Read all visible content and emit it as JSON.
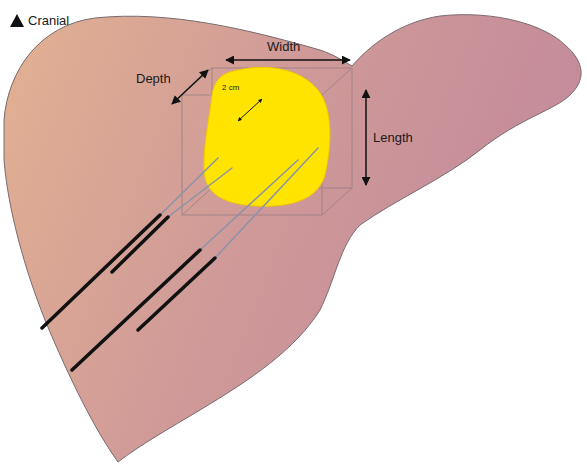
{
  "diagram": {
    "labels": [
      "Cranial",
      "Width",
      "Depth",
      "Length",
      "2 cm"
    ]
  }
}
